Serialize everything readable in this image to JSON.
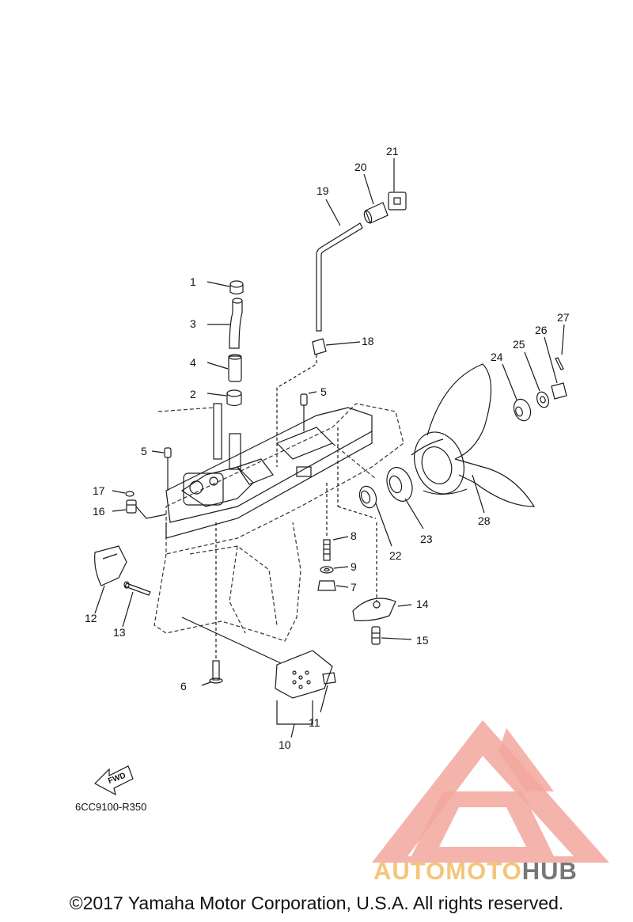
{
  "diagram": {
    "part_code": "6CC9100-R350",
    "fwd_label": "FWD",
    "copyright": "©2017 Yamaha Motor Corporation, U.S.A. All rights reserved.",
    "callouts": [
      "1",
      "2",
      "3",
      "4",
      "5",
      "5",
      "6",
      "7",
      "8",
      "9",
      "10",
      "11",
      "12",
      "13",
      "14",
      "15",
      "16",
      "17",
      "18",
      "19",
      "20",
      "21",
      "22",
      "23",
      "24",
      "25",
      "26",
      "27",
      "28"
    ]
  },
  "watermark": {
    "brand_part1": "AUTOMOTO",
    "brand_part2": "HUB",
    "accent_color": "#f2a79c",
    "orange_color": "#f5c57a",
    "gray_color": "#777777"
  }
}
